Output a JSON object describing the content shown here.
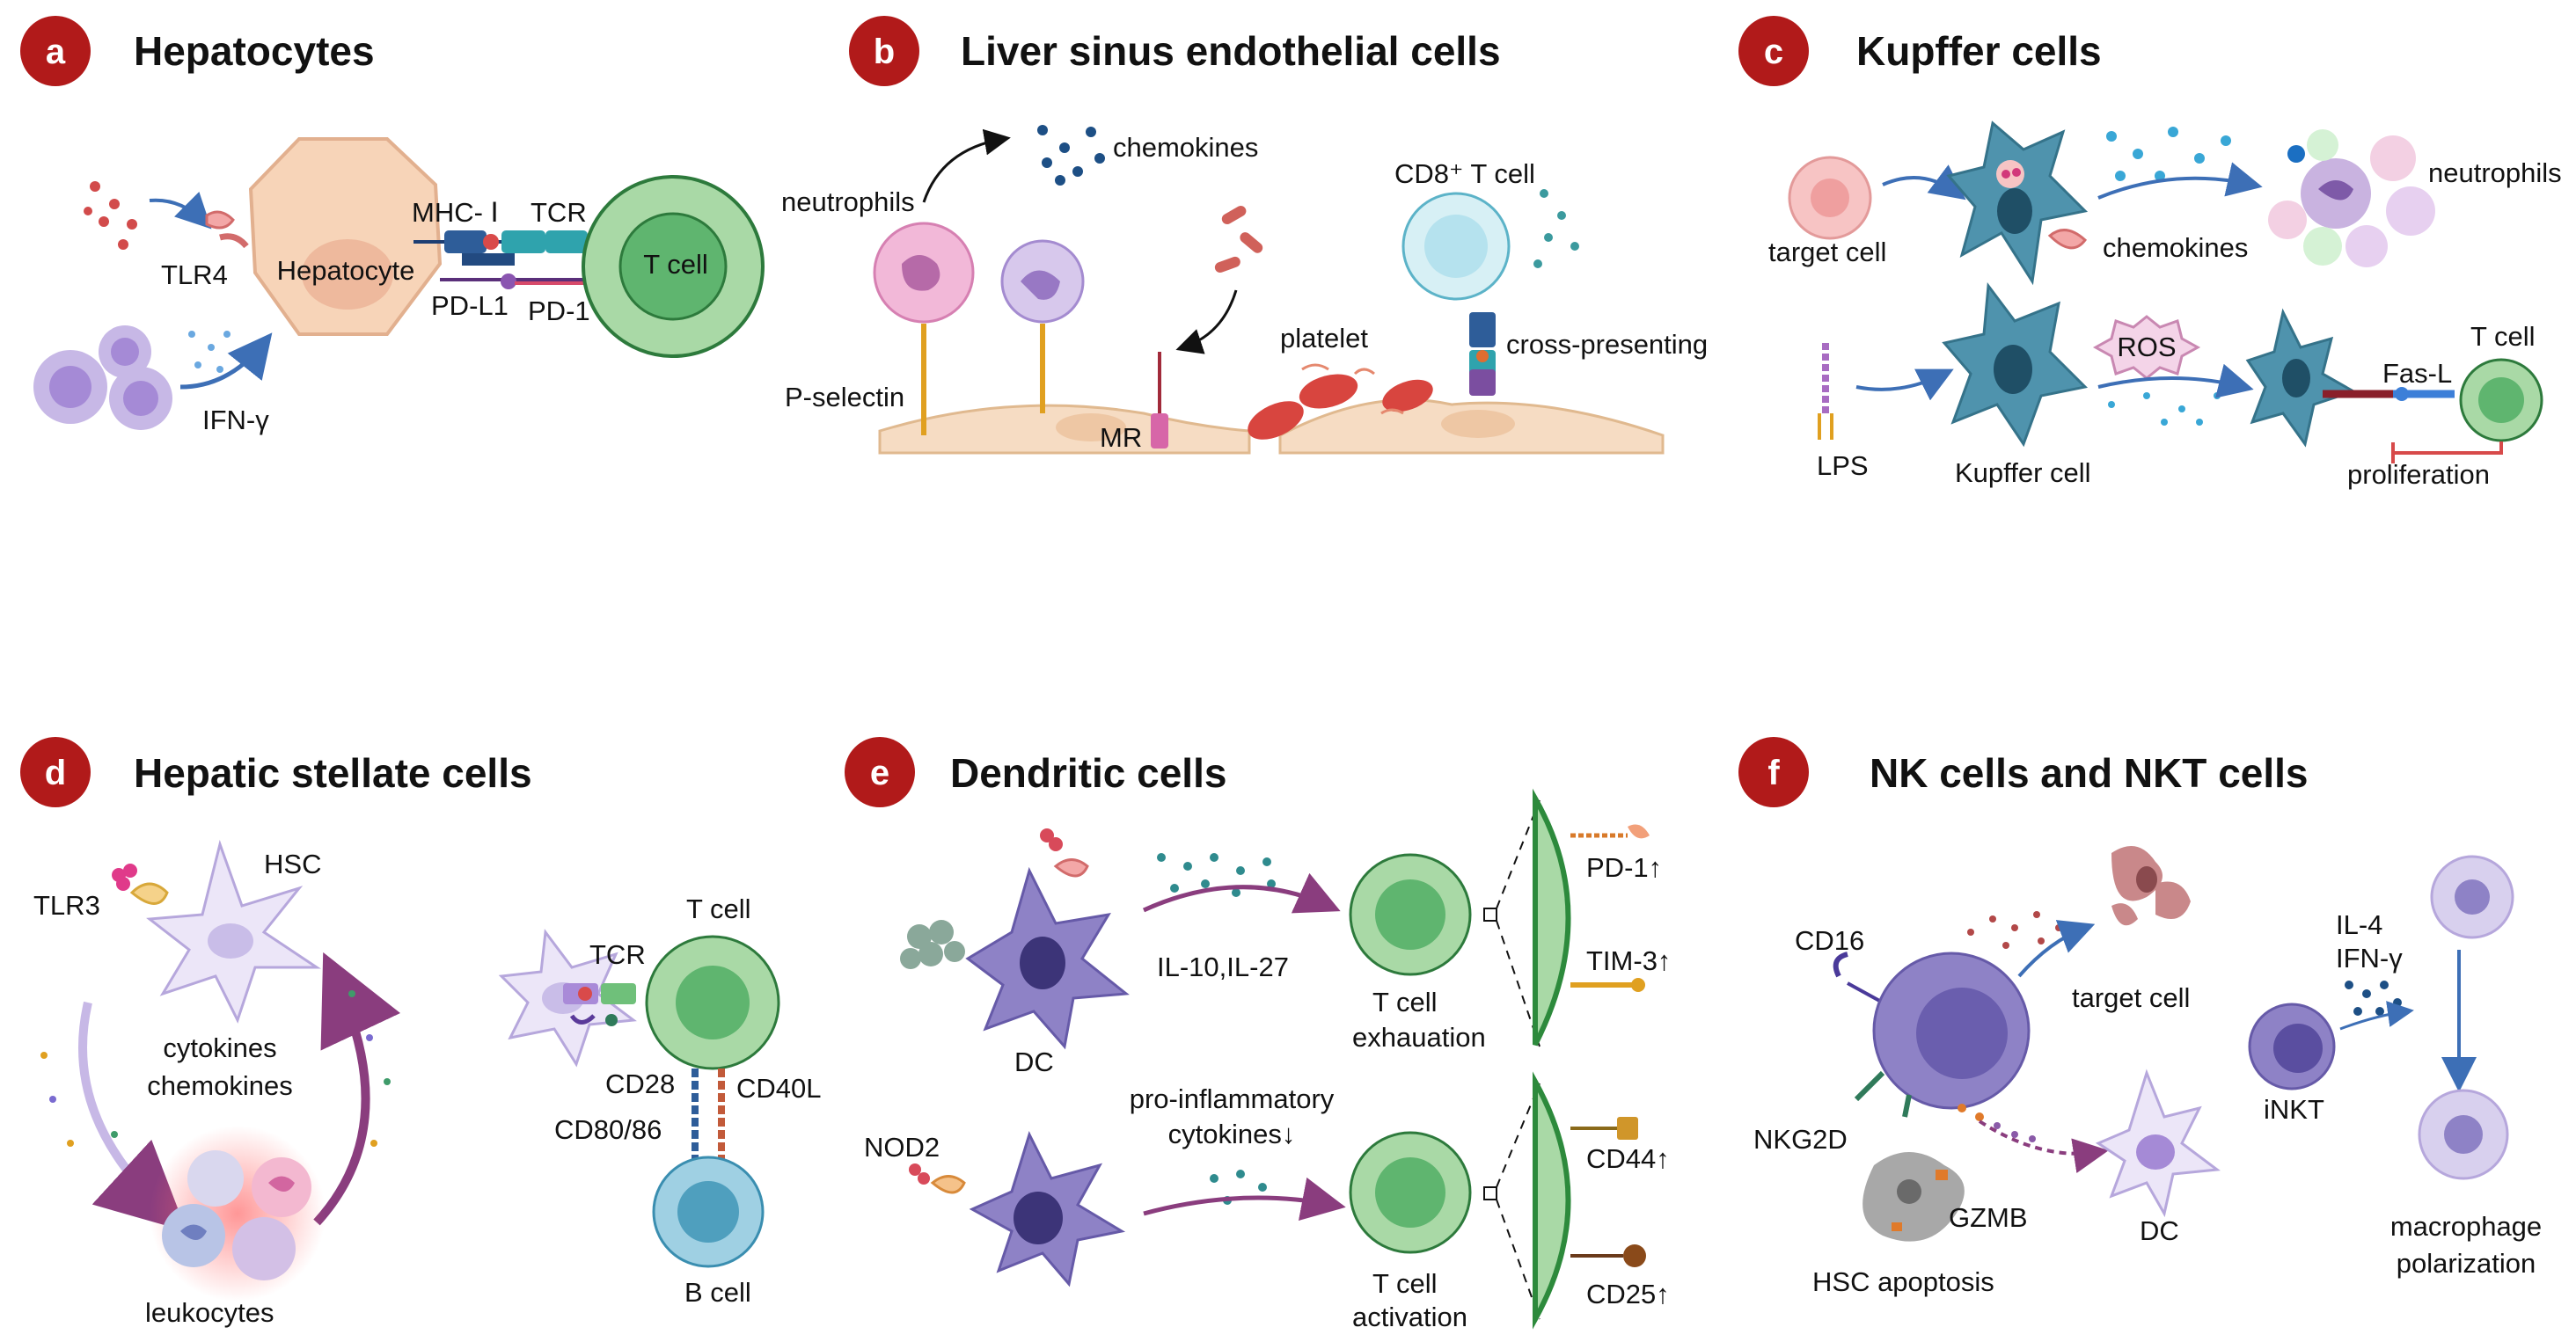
{
  "colors": {
    "badge": "#b11a1a",
    "hepatocyte": "#f7d4b8",
    "tcell": "#a9d9a6",
    "leukocyte": "#c7b8e6",
    "kupffer": "#4f93ad",
    "rbc": "#d8453f",
    "endothelium": "#f6dcc3",
    "arrow_blue": "#3d6fb6",
    "arrow_purple": "#8a3d7e"
  },
  "panels": {
    "a": {
      "letter": "a",
      "title": "Hepatocytes",
      "labels": {
        "tlr4": "TLR4",
        "hepatocyte": "Hepatocyte",
        "mhc": "MHC- Ⅰ",
        "tcr": "TCR",
        "pdl1": "PD-L1",
        "pd1": "PD-1",
        "tcell": "T cell",
        "ifng": "IFN-γ"
      }
    },
    "b": {
      "letter": "b",
      "title": "Liver sinus endothelial cells",
      "labels": {
        "neutrophils": "neutrophils",
        "chemokines": "chemokines",
        "cd8": "CD8⁺ T cell",
        "platelet": "platelet",
        "cross": "cross-presenting",
        "pselectin": "P-selectin",
        "mr": "MR"
      }
    },
    "c": {
      "letter": "c",
      "title": "Kupffer cells",
      "labels": {
        "target": "target cell",
        "chemokines": "chemokines",
        "neutrophils": "neutrophils",
        "ros": "ROS",
        "tcell": "T cell",
        "fasl": "Fas-L",
        "lps": "LPS",
        "kupffer": "Kupffer cell",
        "prolif": "proliferation"
      }
    },
    "d": {
      "letter": "d",
      "title": "Hepatic stellate cells",
      "labels": {
        "tlr3": "TLR3",
        "hsc": "HSC",
        "tcell": "T cell",
        "tcr": "TCR",
        "cytokines": "cytokines",
        "chemokines": "chemokines",
        "cd28": "CD28",
        "cd40l": "CD40L",
        "cd8086": "CD80/86",
        "leukocytes": "leukocytes",
        "bcell": "B cell"
      }
    },
    "e": {
      "letter": "e",
      "title": "Dendritic cells",
      "labels": {
        "pd1": "PD-1↑",
        "il": "IL-10,IL-27",
        "tim3": "TIM-3↑",
        "dc": "DC",
        "tcell_exh1": "T cell",
        "tcell_exh2": "exhauation",
        "proinf1": "pro-inflammatory",
        "proinf2": "cytokines↓",
        "nod2": "NOD2",
        "cd44": "CD44↑",
        "cd25": "CD25↑",
        "tcell_act1": "T cell",
        "tcell_act2": "activation"
      }
    },
    "f": {
      "letter": "f",
      "title": "NK cells and NKT cells",
      "labels": {
        "il4": "IL-4",
        "ifng": "IFN-γ",
        "cd16": "CD16",
        "target": "target cell",
        "inkt": "iNKT",
        "nkg2d": "NKG2D",
        "gzmb": "GZMB",
        "dc": "DC",
        "macro1": "macrophage",
        "macro2": "polarization",
        "hscapo": "HSC apoptosis"
      }
    }
  }
}
